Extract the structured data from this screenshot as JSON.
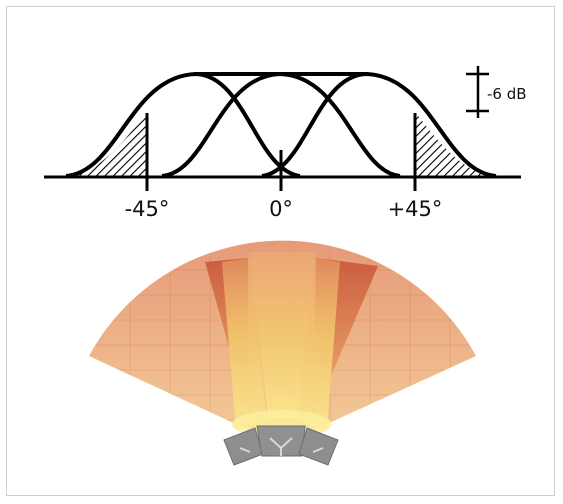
{
  "beam_plot": {
    "angle_labels": [
      "-45°",
      "0°",
      "+45°"
    ],
    "level_marker": "-6 dB"
  },
  "colors": {
    "outer_fan": "#e9a079",
    "inner_wedge": "#d8704a",
    "beam_light": "#f6d27a",
    "array_body": "#8a8a8a",
    "curve": "#000000"
  },
  "icons": {
    "speaker_array": "grey-three-element-array-shape"
  }
}
